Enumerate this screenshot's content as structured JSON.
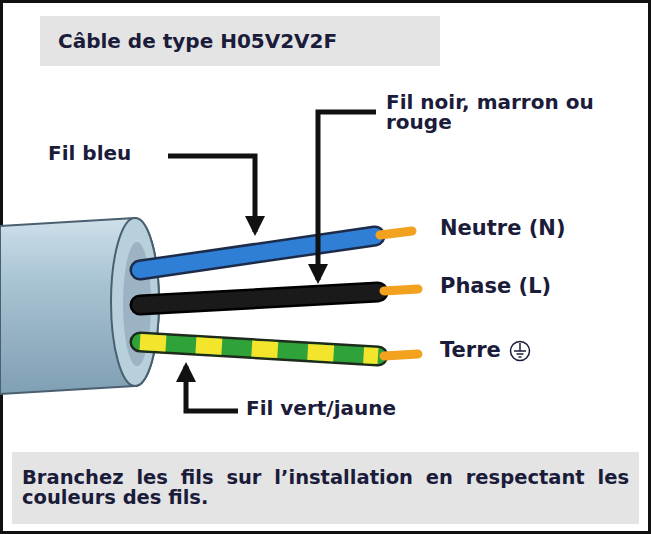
{
  "diagram": {
    "title": "Câble de type H05V2V2F",
    "caption": "Branchez les fils sur l’installation en respectant les couleurs des fils.",
    "labels": [
      "Fil bleu",
      "Fil noir, marron ou rouge",
      "Neutre (N)",
      "Phase (L)",
      "Terre",
      "Fil vert/jaune"
    ]
  }
}
